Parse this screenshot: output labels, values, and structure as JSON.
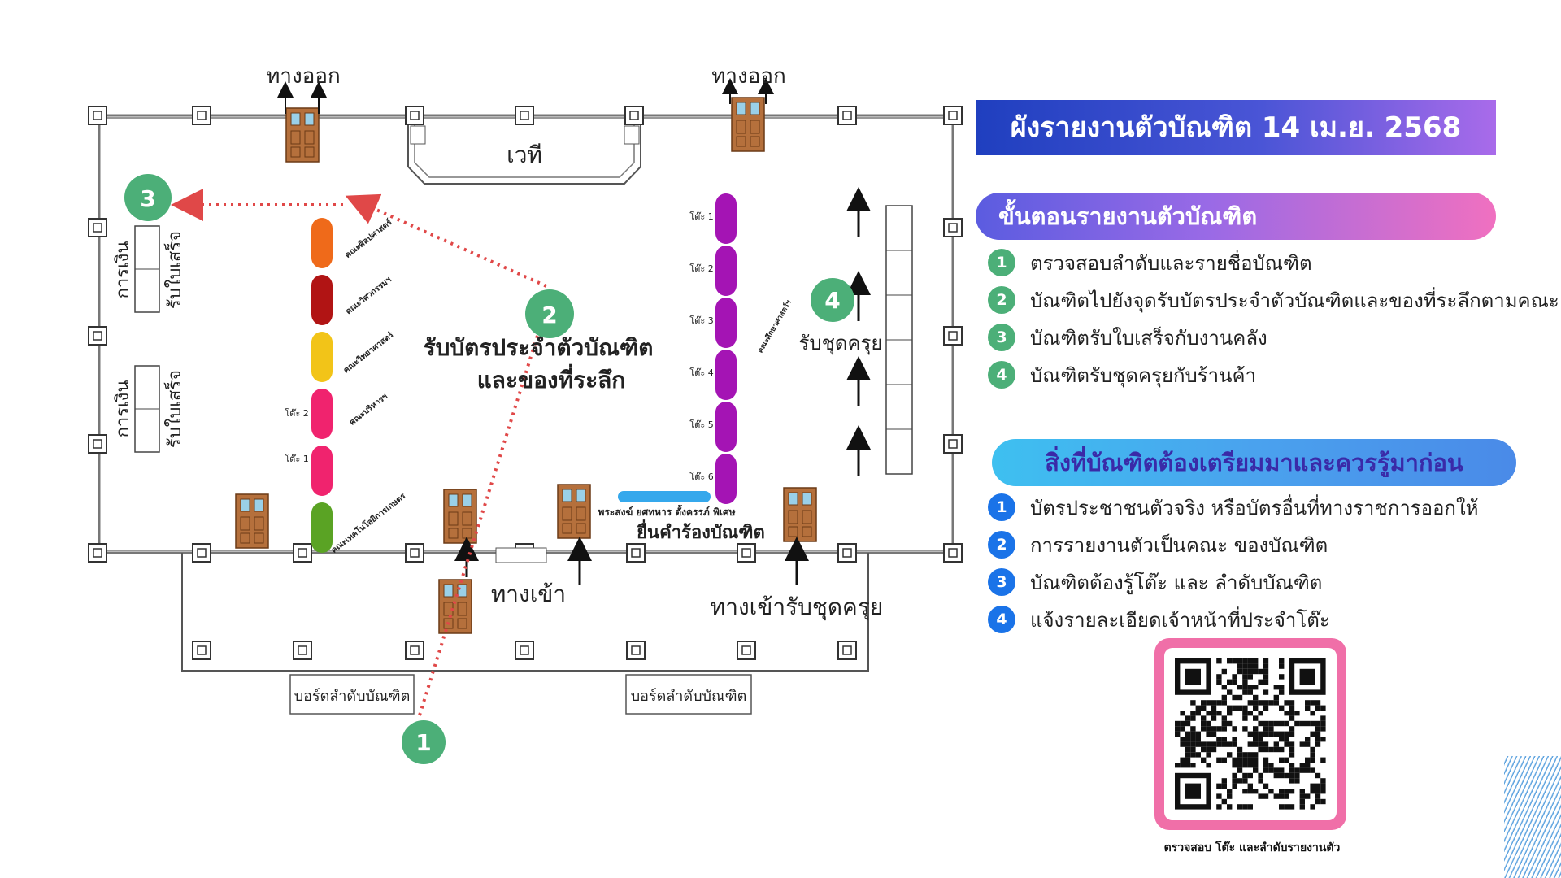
{
  "title": "ผังรายงานตัวบัณฑิต 14 เม.ย. 2568",
  "map": {
    "exit_left": "ทางออก",
    "exit_right": "ทางออก",
    "stage": "เวที",
    "entrance": "ทางเข้า",
    "gown_entrance": "ทางเข้ารับชุดครุย",
    "finance_label": "การเงิน",
    "receipt_label": "รับใบเสร็จ",
    "board_left": "บอร์ดลำดับบัณฑิต",
    "board_right": "บอร์ดลำดับบัณฑิต",
    "card_area_line1": "รับบัตรประจำตัวบัณฑิต",
    "card_area_line2": "และของที่ระลึก",
    "gown_area": "รับชุดครุย",
    "petition": "ยื่นคำร้องบัณฑิต",
    "special": "พระสงฆ์ ยศทหาร ตั้งครรภ์ พิเศษ",
    "markers": [
      "1",
      "2",
      "3",
      "4"
    ],
    "left_faculties": [
      {
        "name": "คณะศิลปศาสตร์",
        "color": "#ef6a1a"
      },
      {
        "name": "คณะวิศวกรรมฯ",
        "color": "#b11414"
      },
      {
        "name": "คณะวิทยาศาสตร์",
        "color": "#f2c418"
      },
      {
        "name": "คณะบริหารฯ",
        "color": "#f0236e"
      },
      {
        "name": "",
        "color": "#f0236e"
      },
      {
        "name": "คณะเทคโนโลยีการเกษตร",
        "color": "#5aa324"
      }
    ],
    "left_tables": [
      "โต๊ะ 2",
      "โต๊ะ 1"
    ],
    "right_faculty": "คณะศึกษาศาสตร์ฯ",
    "right_color": "#a414b4",
    "right_tables": [
      "โต๊ะ 1",
      "โต๊ะ 2",
      "โต๊ะ 3",
      "โต๊ะ 4",
      "โต๊ะ 5",
      "โต๊ะ 6"
    ]
  },
  "steps_title": "ขั้นตอนรายงานตัวบัณฑิต",
  "steps": [
    {
      "num": "1",
      "text": "ตรวจสอบลำดับและรายชื่อบัณฑิต"
    },
    {
      "num": "2",
      "text": "บัณฑิตไปยังจุดรับบัตรประจำตัวบัณฑิตและของที่ระลึกตามคณะ"
    },
    {
      "num": "3",
      "text": "บัณฑิตรับใบเสร็จกับงานคลัง"
    },
    {
      "num": "4",
      "text": "บัณฑิตรับชุดครุยกับร้านค้า"
    }
  ],
  "prep_title": "สิ่งที่บัณฑิตต้องเตรียมมาและควรรู้มาก่อน",
  "prep": [
    {
      "num": "1",
      "text": "บัตรประชาชนตัวจริง หรือบัตรอื่นที่ทางราชการออกให้"
    },
    {
      "num": "2",
      "text": "การรายงานตัวเป็นคณะ ของบัณฑิต"
    },
    {
      "num": "3",
      "text": "บัณฑิตต้องรู้โต๊ะ และ ลำดับบัณฑิต"
    },
    {
      "num": "4",
      "text": "แจ้งรายละเอียดเจ้าหน้าที่ประจำโต๊ะ"
    }
  ],
  "qr_caption": "ตรวจสอบ โต๊ะ และลำดับรายงานตัว",
  "colors": {
    "marker_green": "#4caf78",
    "bullet_blue": "#1a73e8",
    "path_red": "#e04848",
    "door": "#b5703c"
  }
}
